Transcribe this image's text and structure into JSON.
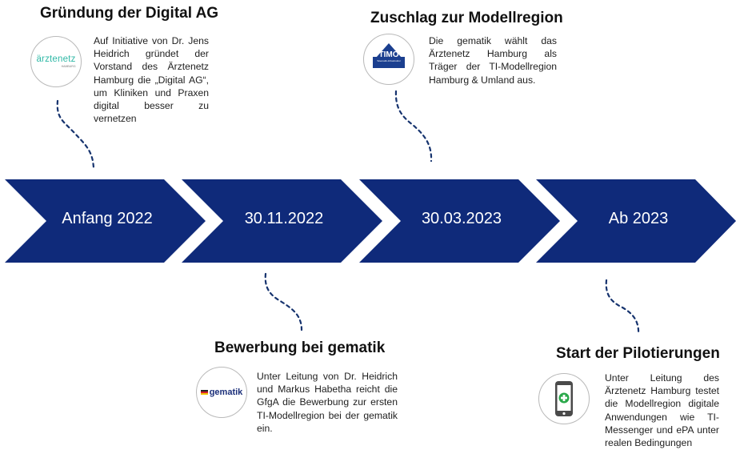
{
  "timeline": [
    {
      "label": "Anfang 2022"
    },
    {
      "label": "30.11.2022"
    },
    {
      "label": "30.03.2023"
    },
    {
      "label": "Ab 2023"
    }
  ],
  "events": {
    "digital_ag": {
      "title": "Gründung der Digital AG",
      "text": "Auf Initiative von Dr. Jens Heidrich gründet der Vorstand des Ärztenetz Hamburg die „Digital AG“, um Kliniken und Praxen digital besser zu vernetzen",
      "logo": {
        "main": "ärztenetz",
        "sub": "HAMBURG"
      }
    },
    "bewerbung": {
      "title": "Bewerbung bei gematik",
      "text": "Unter Leitung von Dr. Heidrich und Markus Habetha reicht die GfgA die Bewerbung zur ersten TI-Modellregion bei der gematik ein.",
      "logo": {
        "main": "gematik"
      }
    },
    "zuschlag": {
      "title": "Zuschlag zur Modellregion",
      "text": "Die gematik wählt das Ärztenetz Hamburg als Träger der TI-Modellregion Hamburg & Umland aus.",
      "logo": {
        "main": "TIMO",
        "sub": "Telematik-Infrastruktur",
        "sub2": "Modellregion Hamburg | Umland"
      }
    },
    "pilot": {
      "title": "Start der Pilotierungen",
      "text": "Unter Leitung des Ärztenetz Hamburg testet die Modellregion digitale Anwendungen wie TI-Messenger und ePA unter realen Bedingungen",
      "icon": "smartphone-medical-icon"
    }
  },
  "colors": {
    "chevron": "#0f2a7a",
    "connector": "#16336e",
    "logo_teal": "#2fb8a6",
    "timo_blue": "#1b3f8f",
    "gematik_red": "#d4202a",
    "gematik_yellow": "#f2c200",
    "medical_green": "#2aa84a"
  }
}
